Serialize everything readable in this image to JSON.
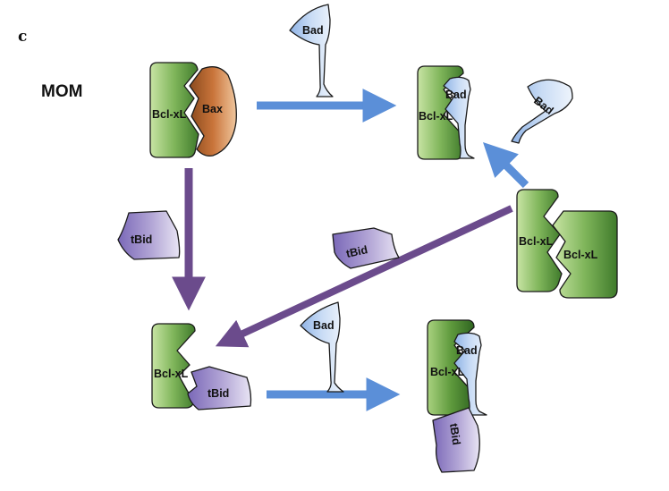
{
  "panel_label": "c",
  "membrane_label": "MOM",
  "labels": {
    "bcl_xl": "Bcl-xL",
    "bax": "Bax",
    "bad": "Bad",
    "tbid": "tBid"
  },
  "colors": {
    "bcl_xl_green": "#7fb55a",
    "bax_orange": "#c9743a",
    "bad_blue": "#bcd3f0",
    "tbid_purple": "#b3a6d6",
    "arrow_blue": "#5b8fd8",
    "arrow_purple": "#6b4b8c"
  }
}
